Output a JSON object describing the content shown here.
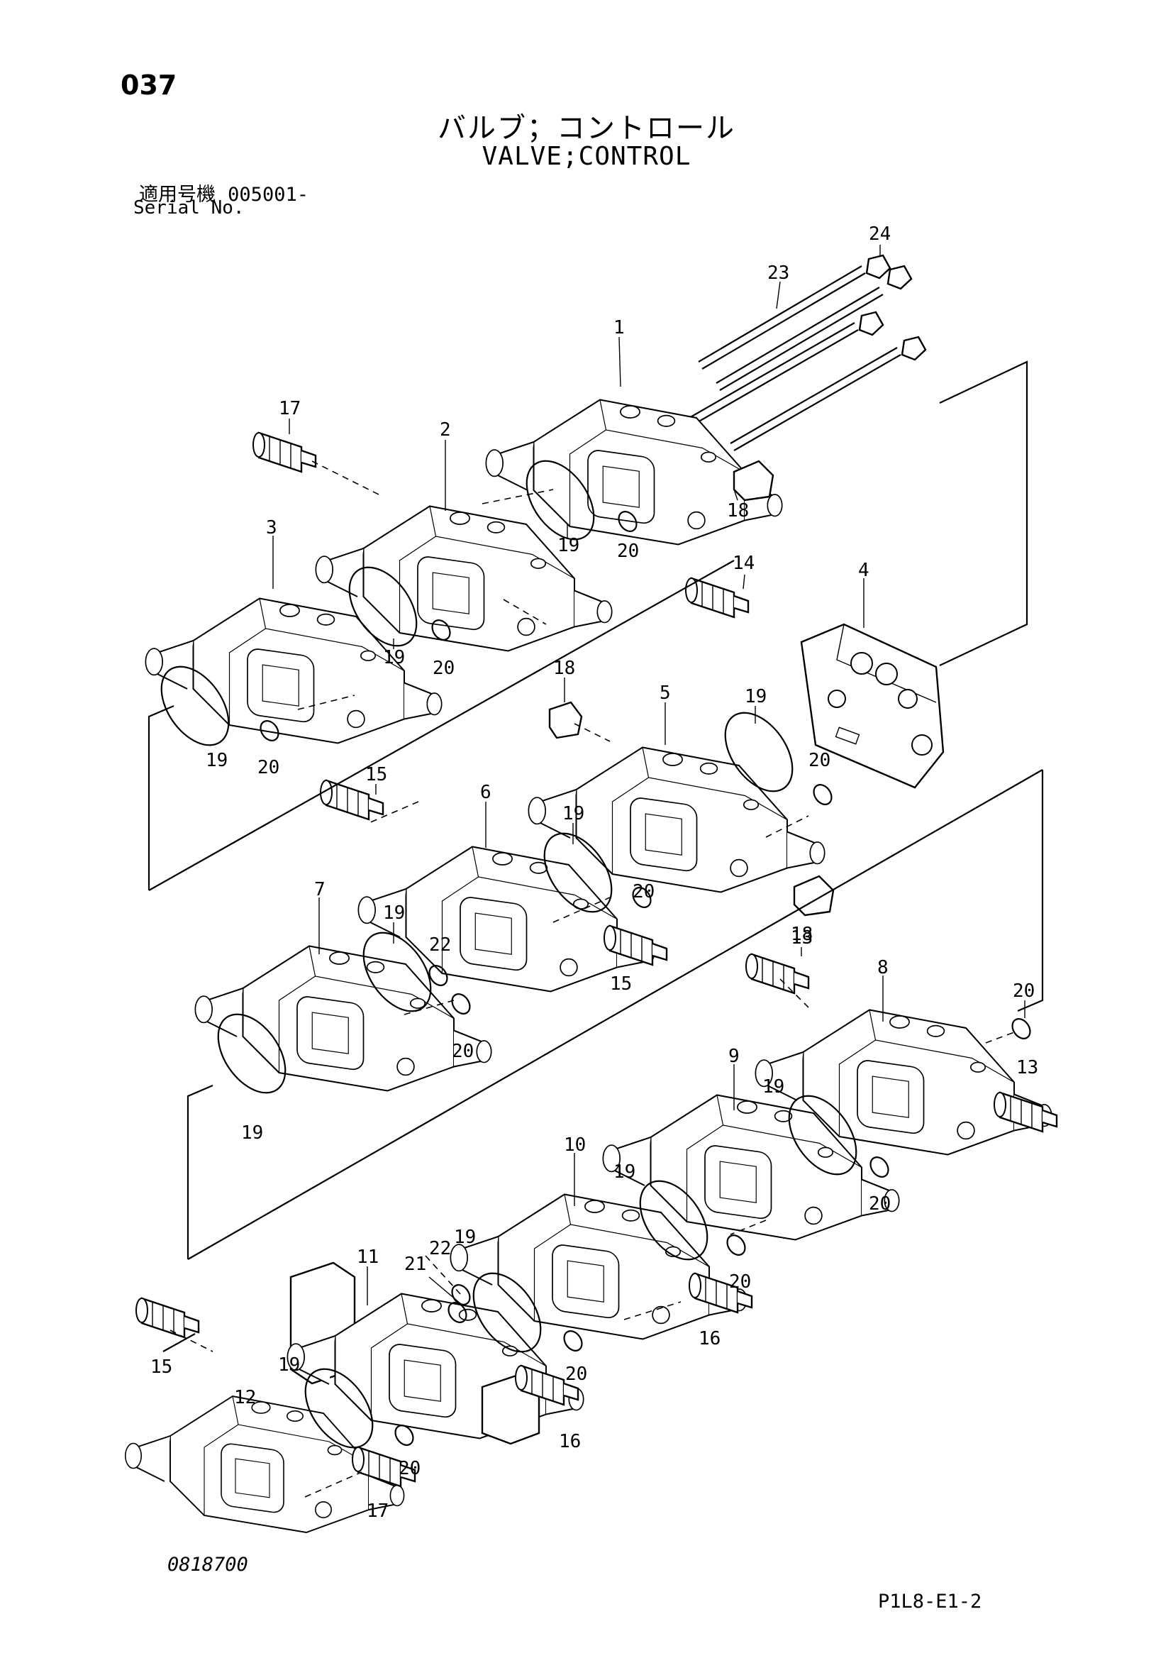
{
  "header": {
    "page_number": "037",
    "title_jp": "バルブ；コントロール",
    "title_en": "VALVE;CONTROL",
    "serial_label_jp": "適用号機",
    "serial_value": "005001-",
    "serial_label_en": "Serial No."
  },
  "footer": {
    "drawing_number": "0818700",
    "sheet_code": "P1L8-E1-2"
  },
  "callouts": [
    {
      "id": "c24",
      "text": "24"
    },
    {
      "id": "c23",
      "text": "23"
    },
    {
      "id": "c1",
      "text": "1"
    },
    {
      "id": "c17a",
      "text": "17"
    },
    {
      "id": "c2",
      "text": "2"
    },
    {
      "id": "c18a",
      "text": "18"
    },
    {
      "id": "c19a",
      "text": "19"
    },
    {
      "id": "c20a",
      "text": "20"
    },
    {
      "id": "c3",
      "text": "3"
    },
    {
      "id": "c19b",
      "text": "19"
    },
    {
      "id": "c20b",
      "text": "20"
    },
    {
      "id": "c14",
      "text": "14"
    },
    {
      "id": "c4",
      "text": "4"
    },
    {
      "id": "c19c",
      "text": "19"
    },
    {
      "id": "c20c",
      "text": "20"
    },
    {
      "id": "c18b",
      "text": "18"
    },
    {
      "id": "c5",
      "text": "5"
    },
    {
      "id": "c19d",
      "text": "19"
    },
    {
      "id": "c20d",
      "text": "20"
    },
    {
      "id": "c18c",
      "text": "18"
    },
    {
      "id": "c15a",
      "text": "15"
    },
    {
      "id": "c6",
      "text": "6"
    },
    {
      "id": "c19e",
      "text": "19"
    },
    {
      "id": "c20e",
      "text": "20"
    },
    {
      "id": "c15b",
      "text": "15"
    },
    {
      "id": "c7",
      "text": "7"
    },
    {
      "id": "c19f",
      "text": "19"
    },
    {
      "id": "c22a",
      "text": "22"
    },
    {
      "id": "c20f",
      "text": "20"
    },
    {
      "id": "c19g",
      "text": "19"
    },
    {
      "id": "c13a",
      "text": "13"
    },
    {
      "id": "c8",
      "text": "8"
    },
    {
      "id": "c20g",
      "text": "20"
    },
    {
      "id": "c13b",
      "text": "13"
    },
    {
      "id": "c9",
      "text": "9"
    },
    {
      "id": "c19h",
      "text": "19"
    },
    {
      "id": "c20h",
      "text": "20"
    },
    {
      "id": "c10",
      "text": "10"
    },
    {
      "id": "c19i",
      "text": "19"
    },
    {
      "id": "c20i",
      "text": "20"
    },
    {
      "id": "c11",
      "text": "11"
    },
    {
      "id": "c21",
      "text": "21"
    },
    {
      "id": "c22b",
      "text": "22"
    },
    {
      "id": "c19j",
      "text": "19"
    },
    {
      "id": "c16a",
      "text": "16"
    },
    {
      "id": "c20j",
      "text": "20"
    },
    {
      "id": "c15c",
      "text": "15"
    },
    {
      "id": "c12",
      "text": "12"
    },
    {
      "id": "c19k",
      "text": "19"
    },
    {
      "id": "c20k",
      "text": "20"
    },
    {
      "id": "c16b",
      "text": "16"
    },
    {
      "id": "c17b",
      "text": "17"
    }
  ]
}
